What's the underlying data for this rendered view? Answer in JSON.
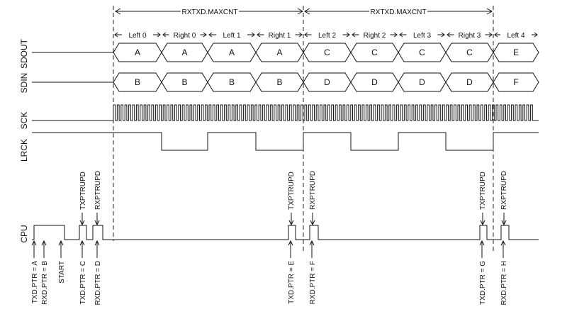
{
  "signals": [
    "SDOUT",
    "SDIN",
    "SCK",
    "LRCK",
    "CPU"
  ],
  "maxcnt_label": "RXTXD.MAXCNT",
  "frames": [
    "Left 0",
    "Right 0",
    "Left 1",
    "Right 1",
    "Left 2",
    "Right 2",
    "Left 3",
    "Right 3",
    "Left 4"
  ],
  "sdout": [
    "A",
    "A",
    "A",
    "A",
    "C",
    "C",
    "C",
    "C",
    "E"
  ],
  "sdin": [
    "B",
    "B",
    "B",
    "B",
    "D",
    "D",
    "D",
    "D",
    "F"
  ],
  "events": {
    "txptrupd": "TXPTRUPD",
    "rxptrupd": "RXPTRUPD"
  },
  "cpu_labels": {
    "txd_a": "TXD.PTR = A",
    "rxd_b": "RXD.PTR = B",
    "start": "START",
    "txd_c": "TXD.PTR = C",
    "rxd_d": "RXD.PTR = D",
    "txd_e": "TXD.PTR = E",
    "rxd_f": "RXD.PTR = F",
    "txd_g": "TXD.PTR = G",
    "rxd_h": "RXD.PTR = H"
  }
}
